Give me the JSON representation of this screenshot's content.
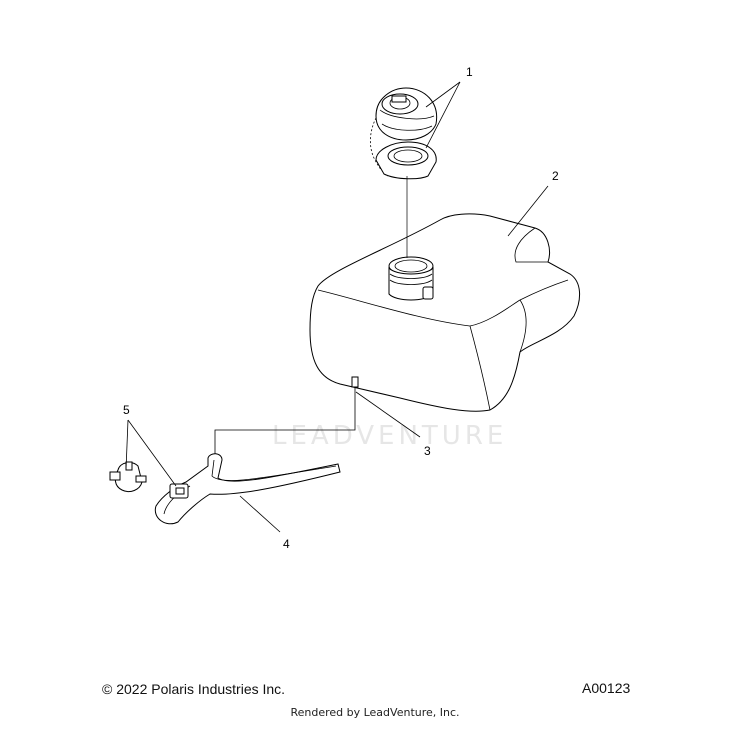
{
  "callouts": [
    {
      "label": "1"
    },
    {
      "label": "2"
    },
    {
      "label": "3"
    },
    {
      "label": "4"
    },
    {
      "label": "5"
    }
  ],
  "watermark": {
    "text": "LEADVENTURE"
  },
  "footer": {
    "copyright": "© 2022 Polaris Industries Inc.",
    "diagram_code": "A00123",
    "rendered_by": "Rendered by LeadVenture, Inc."
  }
}
